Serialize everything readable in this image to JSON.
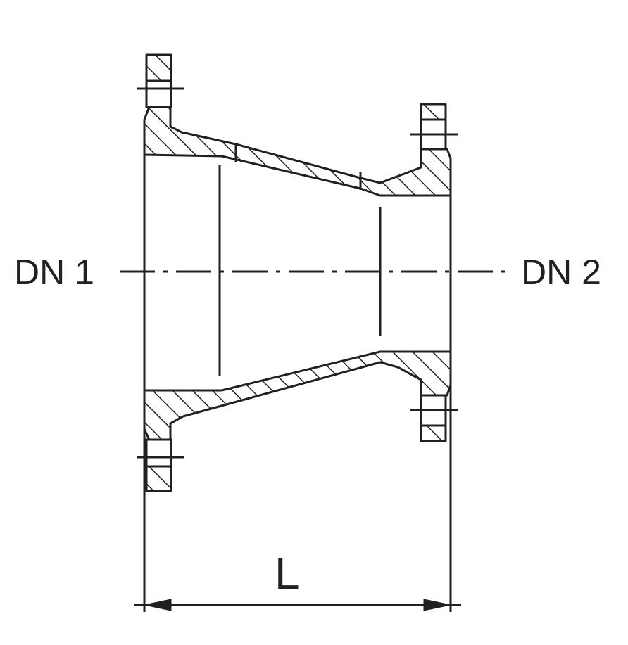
{
  "labels": {
    "dn1": "DN 1",
    "dn2": "DN 2",
    "length": "L"
  },
  "colors": {
    "ink": "#231f20",
    "background": "#ffffff"
  }
}
